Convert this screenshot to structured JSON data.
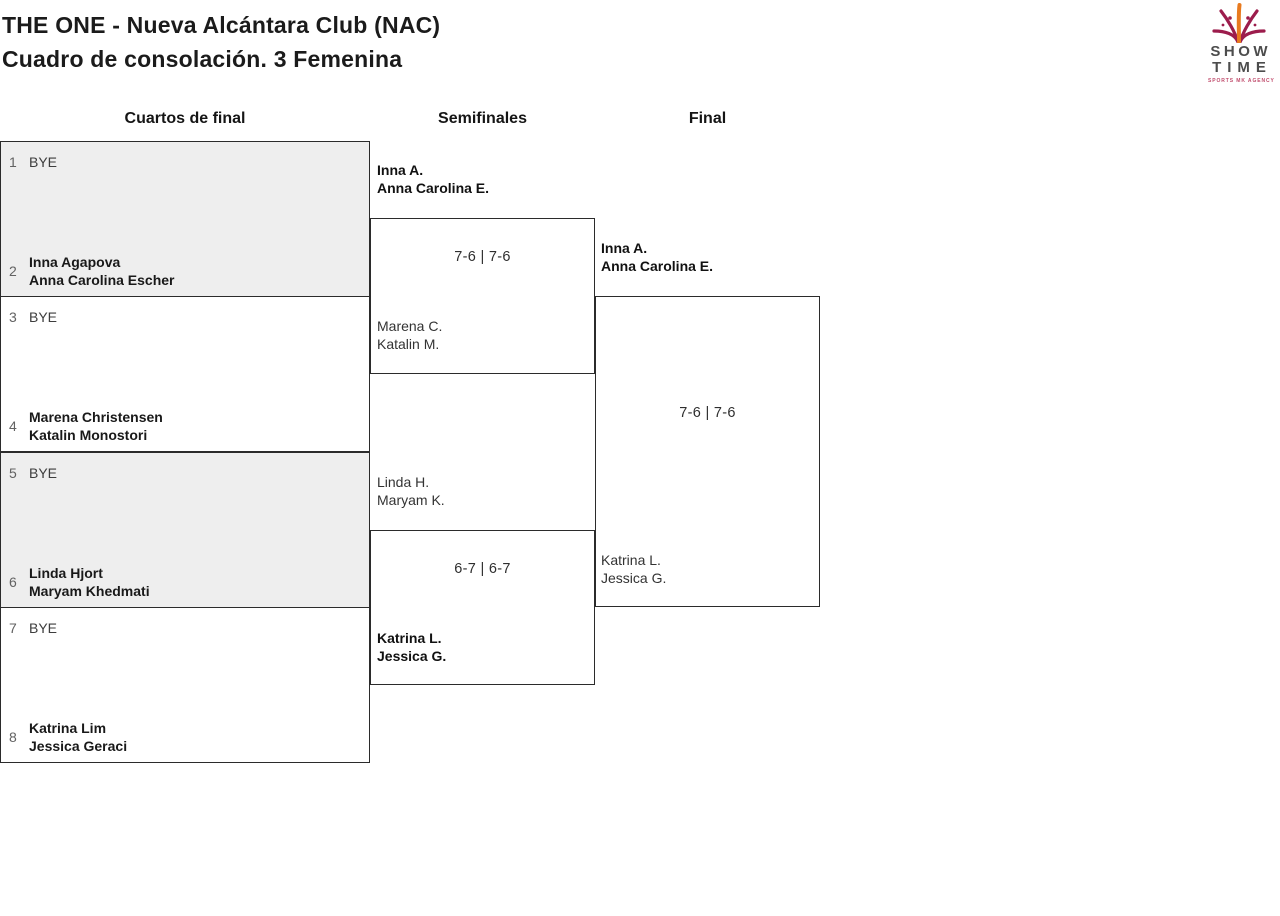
{
  "header": {
    "title_line1": "THE ONE - Nueva Alcántara Club (NAC)",
    "title_line2": "Cuadro de consolación. 3 Femenina"
  },
  "logo": {
    "line1": "SHOW",
    "line2": "TIME",
    "tagline": "SPORTS MK AGENCY",
    "colors": {
      "spark_crimson": "#9c1c4c",
      "spark_orange": "#e87a1f",
      "text_gray": "#4d4d4d",
      "tagline_pink": "#c14e6e"
    }
  },
  "columns": [
    {
      "label": "Cuartos de final"
    },
    {
      "label": "Semifinales"
    },
    {
      "label": "Final"
    }
  ],
  "quarterfinals": [
    {
      "seed_top": "1",
      "bye_top": "BYE",
      "seed_bottom": "2",
      "team_bottom": [
        "Inna Agapova",
        "Anna Carolina Escher"
      ],
      "shaded": true
    },
    {
      "seed_top": "3",
      "bye_top": "BYE",
      "seed_bottom": "4",
      "team_bottom": [
        "Marena Christensen",
        "Katalin Monostori"
      ],
      "shaded": false
    },
    {
      "seed_top": "5",
      "bye_top": "BYE",
      "seed_bottom": "6",
      "team_bottom": [
        "Linda Hjort",
        "Maryam Khedmati"
      ],
      "shaded": true
    },
    {
      "seed_top": "7",
      "bye_top": "BYE",
      "seed_bottom": "8",
      "team_bottom": [
        "Katrina Lim",
        "Jessica Geraci"
      ],
      "shaded": false
    }
  ],
  "semifinals": [
    {
      "top_team": [
        "Inna A.",
        "Anna Carolina E."
      ],
      "top_is_winner": true,
      "score": "7-6 | 7-6",
      "bottom_team": [
        "Marena C.",
        "Katalin M."
      ],
      "bottom_is_winner": false
    },
    {
      "top_team": [
        "Linda H.",
        "Maryam K."
      ],
      "top_is_winner": false,
      "score": "6-7 | 6-7",
      "bottom_team": [
        "Katrina L.",
        "Jessica G."
      ],
      "bottom_is_winner": true
    }
  ],
  "final": {
    "top_team": [
      "Inna A.",
      "Anna Carolina E."
    ],
    "top_is_winner": true,
    "score": "7-6 | 7-6",
    "bottom_team": [
      "Katrina L.",
      "Jessica G."
    ],
    "bottom_is_winner": false
  },
  "bracket_colors": {
    "box_border": "#2b2b2b",
    "shaded_box_bg": "#eeeeee"
  }
}
